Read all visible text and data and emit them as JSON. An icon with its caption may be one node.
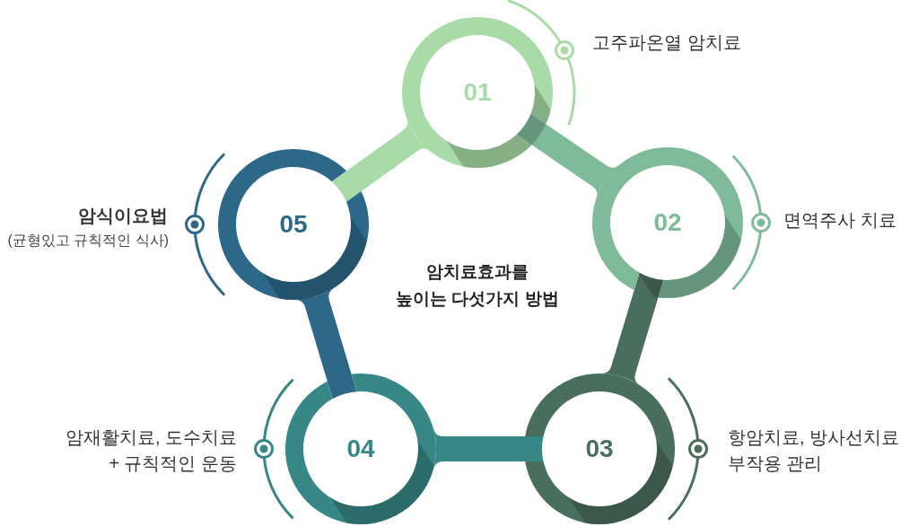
{
  "diagram": {
    "title": "암치료효과를 높이는 다섯가지 방법",
    "nodes": [
      {
        "text": [
          "01"
        ],
        "beside": [
          "고주파온열 암치료"
        ]
      },
      {
        "text": [
          "02"
        ],
        "beside": [
          "면역주사 치료"
        ]
      },
      {
        "text": [
          "03"
        ],
        "beside": [
          "항암치료, 방사선치료 부작용 관리"
        ]
      },
      {
        "text": [
          "04"
        ]
      },
      {
        "text": [
          "05"
        ],
        "beside": [
          "암식이요법",
          "(균형있고 규칙적인 식사)"
        ]
      }
    ],
    "edges": [
      {
        "from": 0,
        "to": 1,
        "arrow": "none",
        "color": "#7fbb9a"
      },
      {
        "from": 1,
        "to": 2,
        "arrow": "none",
        "color": "#4a6e5c"
      },
      {
        "from": 2,
        "to": 3,
        "arrow": "none",
        "color": "#368786"
      },
      {
        "from": 3,
        "to": 4,
        "arrow": "none",
        "color": "#2e6889"
      },
      {
        "from": 4,
        "to": 0,
        "arrow": "none",
        "color": "#a8dba8"
      }
    ],
    "labels": [
      "암재활치료, 도수치료 + 규칙적인 운동"
    ]
  }
}
